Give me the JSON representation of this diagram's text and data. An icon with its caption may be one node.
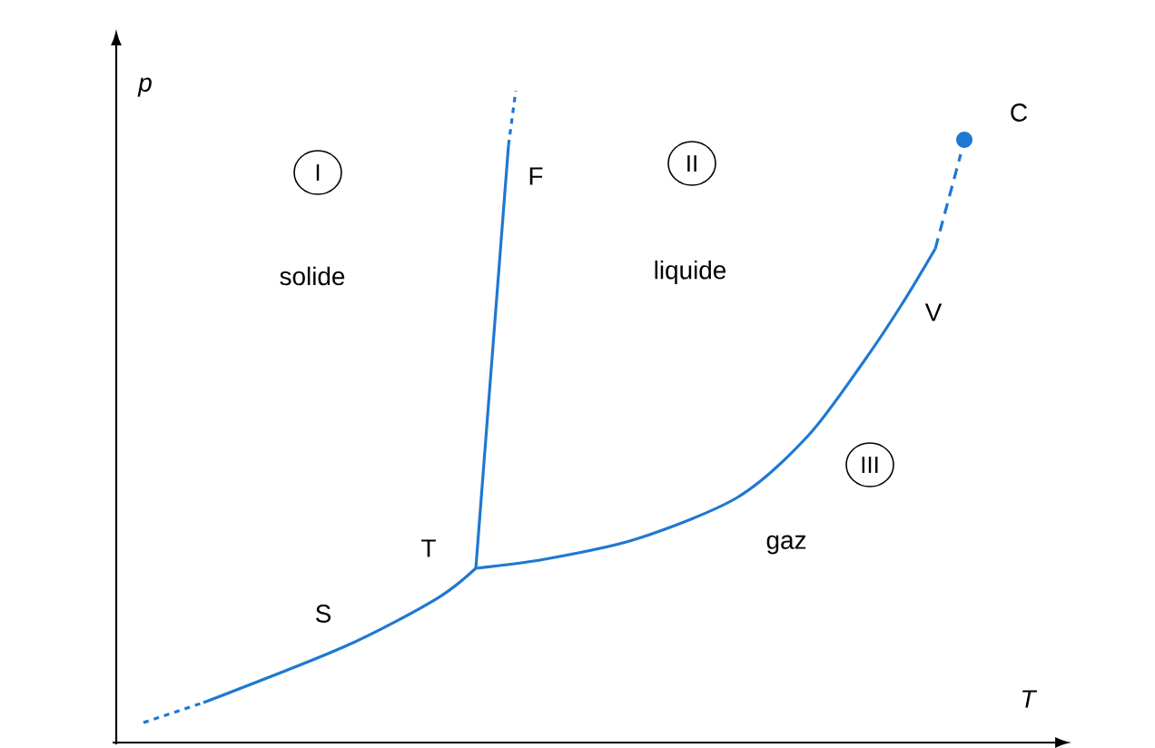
{
  "diagram": {
    "nodes": [
      {
        "text": [
          "I"
        ]
      },
      {
        "text": [
          "II"
        ]
      },
      {
        "text": [
          "III"
        ]
      }
    ],
    "labels": [
      "p",
      "solide",
      "F",
      "liquide",
      "C",
      "V",
      "gaz",
      "T",
      "S",
      "T"
    ]
  }
}
